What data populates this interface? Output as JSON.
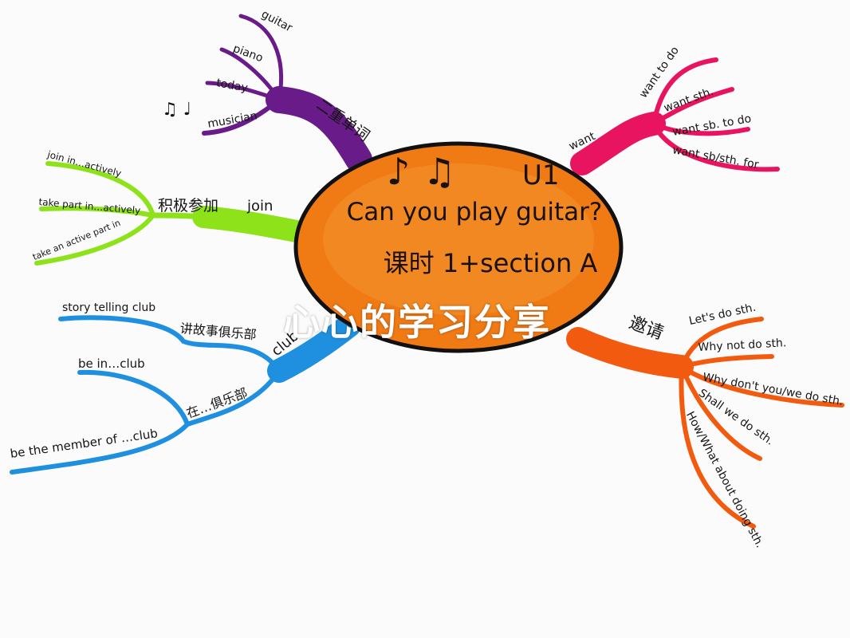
{
  "center": {
    "notes": "♪ ♫",
    "unit": "U1",
    "title": "Can you play guitar?",
    "subtitle": "课时 1+section A",
    "color": "#f07a14"
  },
  "branches": {
    "words": {
      "label": "二重单词",
      "color": "#6a1b8a",
      "decoration": "♫ ♩",
      "items": [
        "guitar",
        "piano",
        "today",
        "musician"
      ]
    },
    "want": {
      "label": "want",
      "color": "#e8145f",
      "items": [
        "want to do",
        "want sth.",
        "want sb. to do",
        "want sb/sth. for"
      ]
    },
    "join": {
      "label": "join",
      "sublabel": "积极参加",
      "color": "#8ee21a",
      "items": [
        "join in…actively",
        "take part in…actively",
        "take an active part in"
      ]
    },
    "club": {
      "label": "club",
      "color": "#1f8fe0",
      "groups": [
        {
          "label": "讲故事俱乐部",
          "items": [
            "story telling club"
          ]
        },
        {
          "label": "在…俱乐部",
          "items": [
            "be in…club",
            "be the member of …club"
          ]
        }
      ]
    },
    "invite": {
      "label": "邀请",
      "color": "#f25a10",
      "items": [
        "Let's do sth.",
        "Why not do sth.",
        "Why don't you/we do sth.",
        "Shall we do sth.",
        "How/What about doing sth."
      ]
    }
  },
  "watermark": "心心的学习分享"
}
